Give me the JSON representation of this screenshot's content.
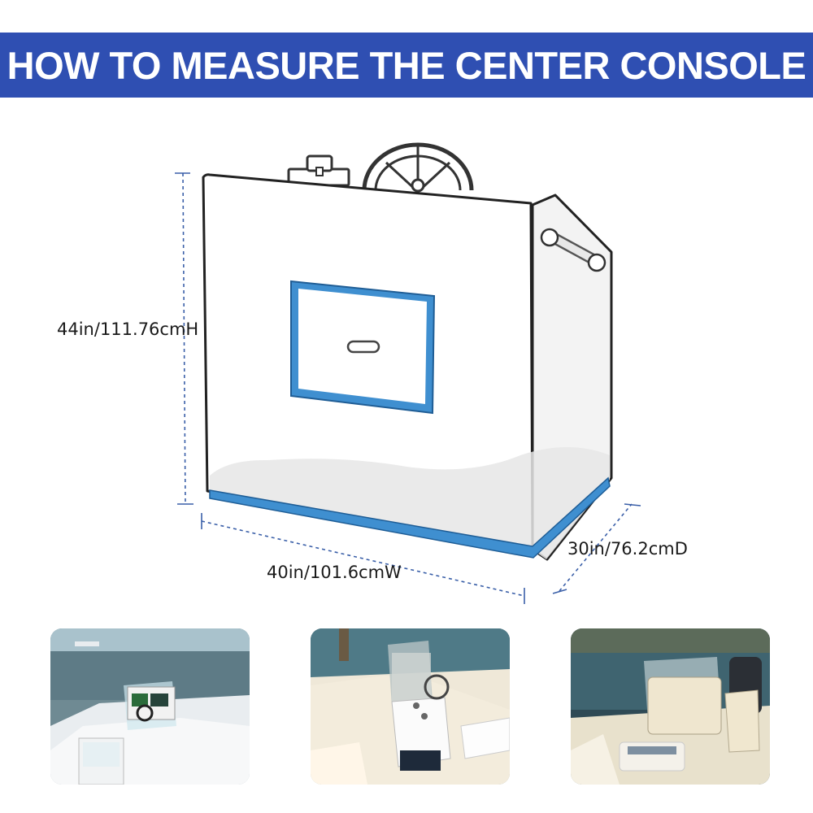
{
  "header": {
    "title": "HOW TO MEASURE THE CENTER CONSOLE",
    "background_color": "#2f4fb2",
    "text_color": "#ffffff"
  },
  "dimensions": {
    "height_label": "44in/111.76cmH",
    "width_label": "40in/101.6cmW",
    "depth_label": "30in/76.2cmD",
    "line_color": "#3a5fa8"
  },
  "illustration": {
    "subject": "center console cover",
    "trim_color": "#3f8fd0"
  },
  "photos": [
    {
      "icon": "boat-console-photo-1"
    },
    {
      "icon": "boat-console-photo-2"
    },
    {
      "icon": "boat-console-photo-3"
    }
  ]
}
